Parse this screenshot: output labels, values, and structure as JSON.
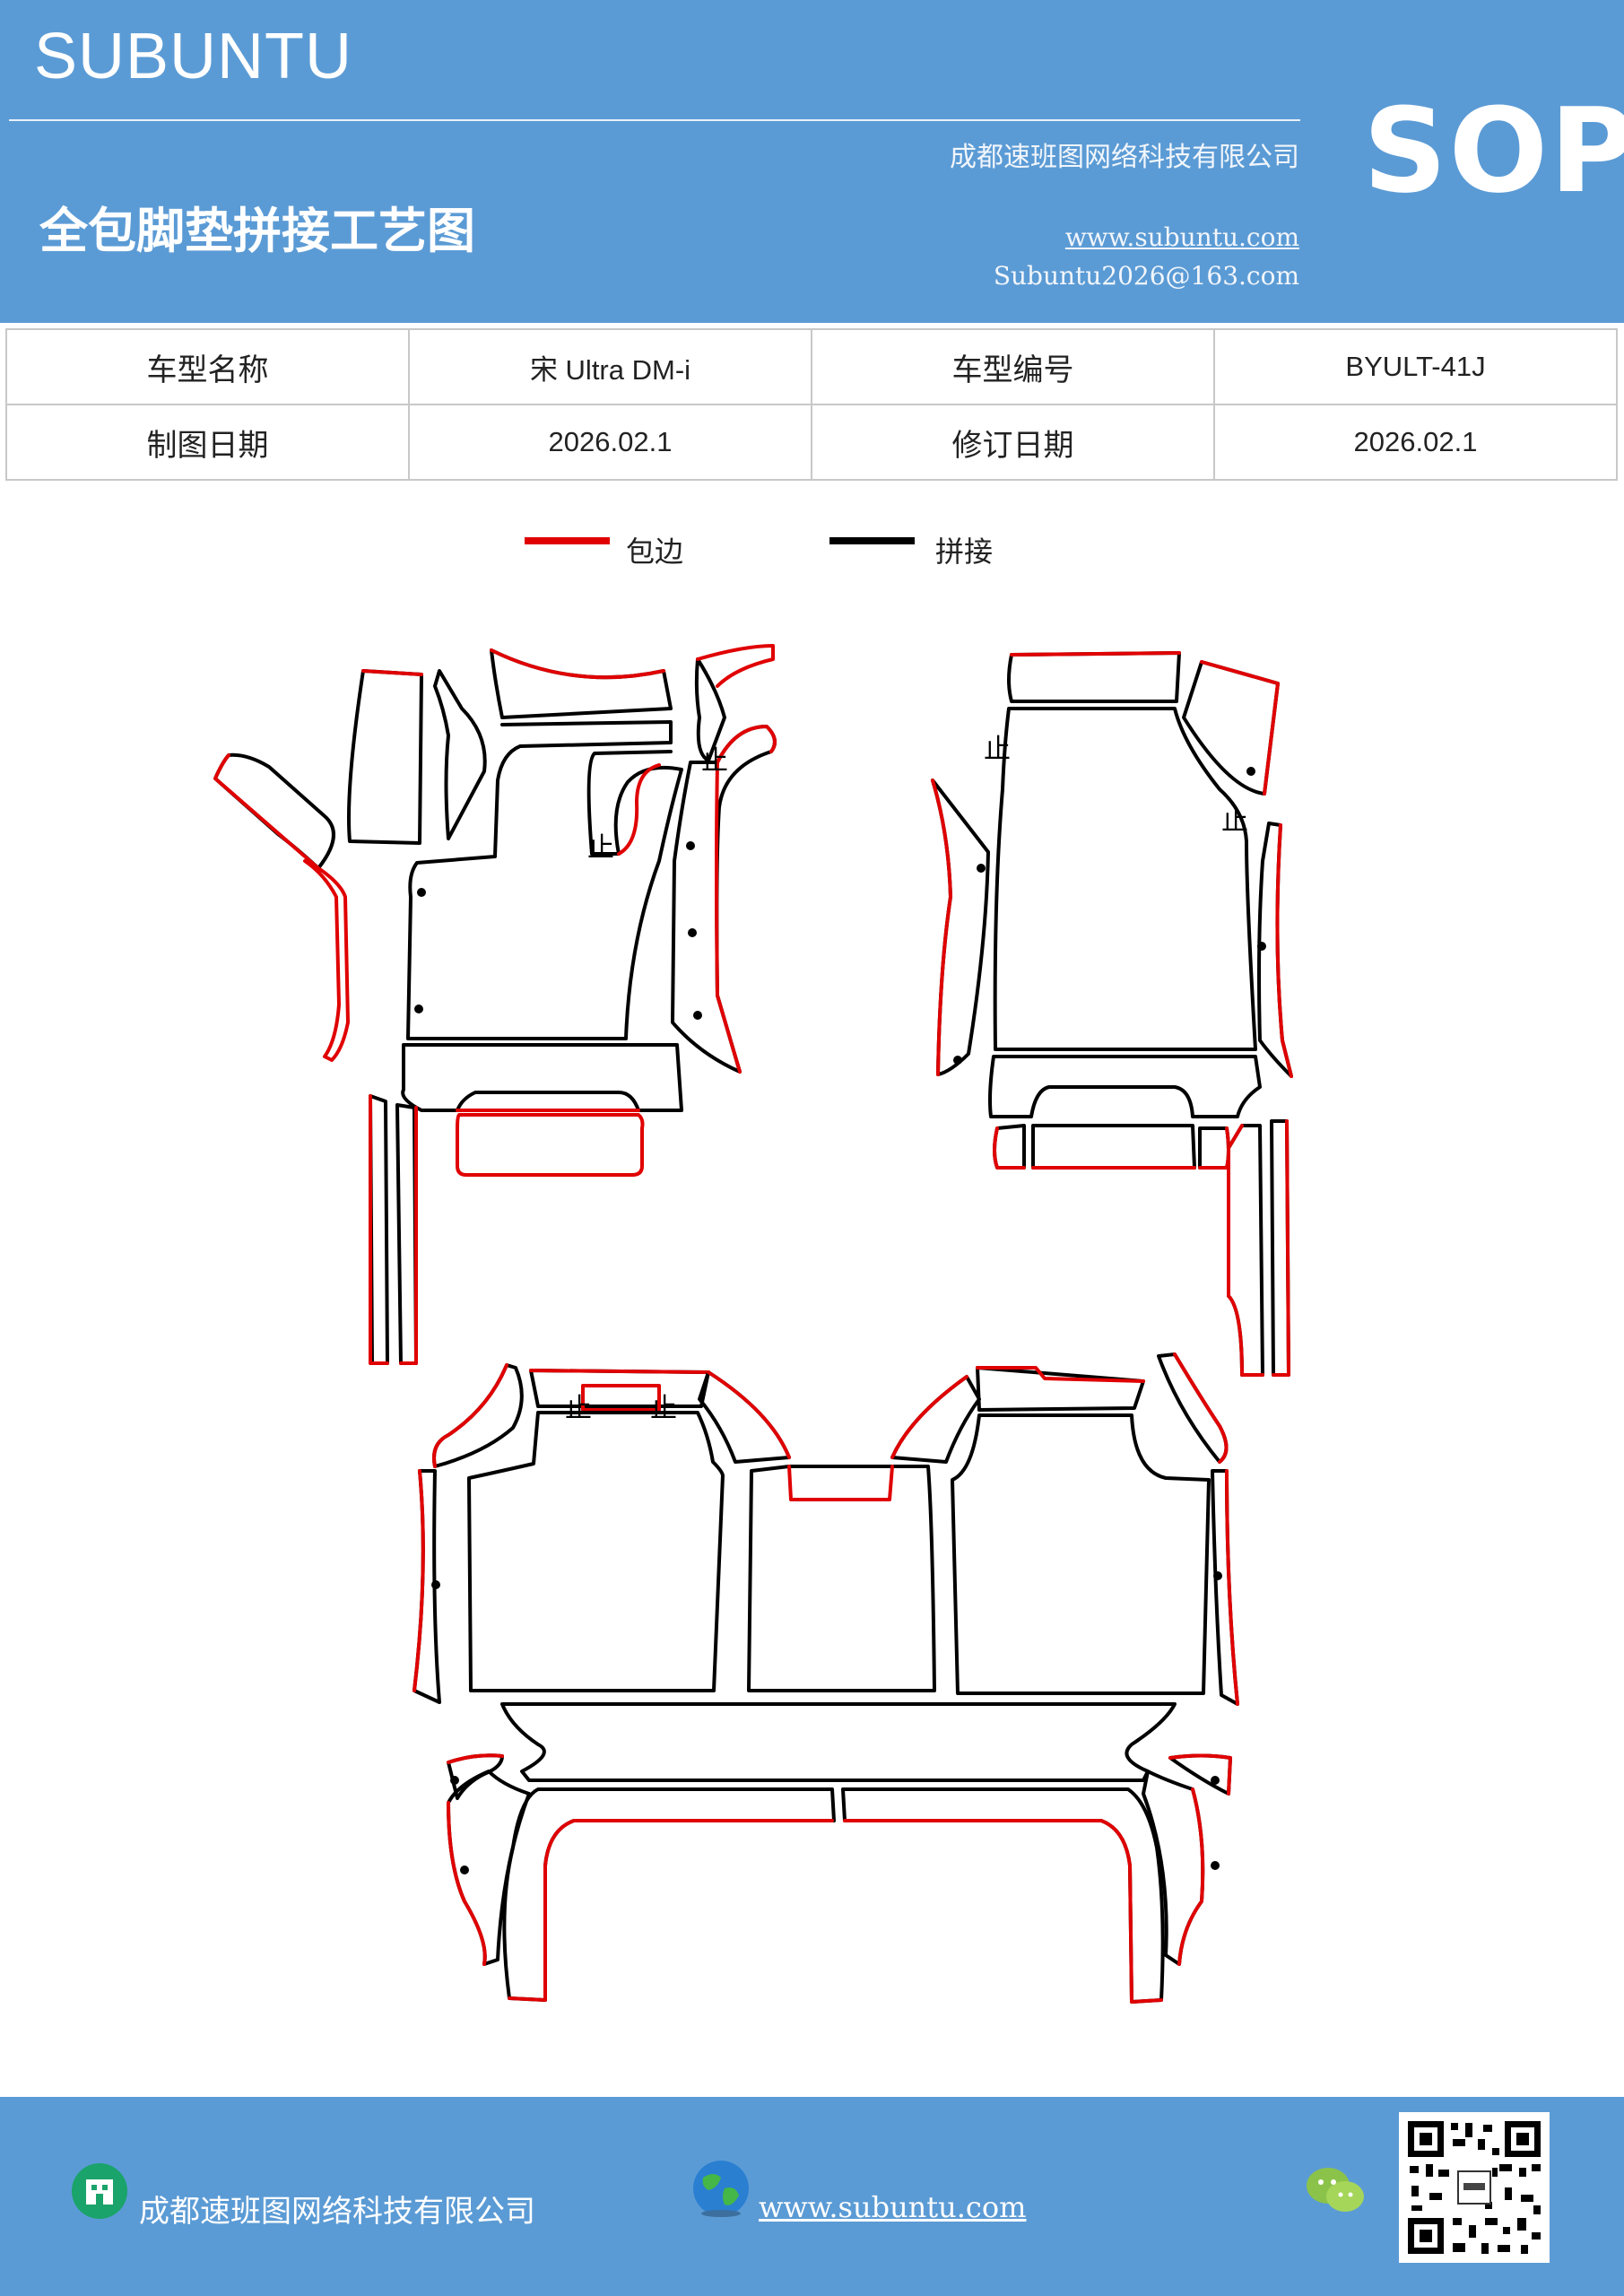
{
  "header": {
    "brand": "SUBUNTU",
    "company": "成都速班图网络科技有限公司",
    "title": "全包脚垫拼接工艺图",
    "website": "www.subuntu.com",
    "email": "Subuntu2026@163.com",
    "badge": "SOP"
  },
  "info": {
    "row1": [
      "车型名称",
      "宋 Ultra  DM-i",
      "车型编号",
      "BYULT-41J"
    ],
    "row2": [
      "制图日期",
      "2026.02.1",
      "修订日期",
      "2026.02.1"
    ]
  },
  "legend": {
    "items": [
      {
        "label": "包边",
        "color": "#e00000"
      },
      {
        "label": "拼接",
        "color": "#000000"
      }
    ]
  },
  "diagram": {
    "stop_mark": "止"
  },
  "footer": {
    "company": "成都速班图网络科技有限公司",
    "website": "www.subuntu.com",
    "icons": [
      "company-icon",
      "globe-icon",
      "wechat-icon",
      "qr-code"
    ]
  },
  "colors": {
    "header_bg": "#5b9bd5",
    "edge": "#e00000",
    "seam": "#000000"
  }
}
